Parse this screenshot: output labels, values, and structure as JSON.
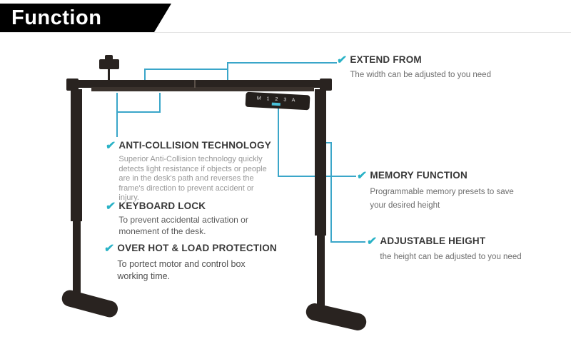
{
  "header": {
    "title": "Function"
  },
  "icons": {
    "check": "✔"
  },
  "colors": {
    "accent": "#29b2c6",
    "connector": "#3aa6c9",
    "frame": "#292320"
  },
  "callouts": [
    {
      "id": "extend-from",
      "title": "EXTEND FROM",
      "body": "The width can be adjusted to you need"
    },
    {
      "id": "anti-collision",
      "title": "ANTI-COLLISION TECHNOLOGY",
      "body": "Superior Anti-Collision technology quickly detects light resistance if objects or people are in the desk's path and reverses the frame's direction to prevent accident or injury."
    },
    {
      "id": "keyboard-lock",
      "title": "KEYBOARD LOCK",
      "body": "To prevent accidental activation or monement of the desk."
    },
    {
      "id": "over-hot-load-protection",
      "title": "OVER HOT & LOAD PROTECTION",
      "body": "To portect motor and control box working time."
    },
    {
      "id": "memory-function",
      "title": "MEMORY FUNCTION",
      "body": "Programmable memory presets to save your desired height"
    },
    {
      "id": "adjustable-height",
      "title": "ADJUSTABLE HEIGHT",
      "body": "the height can be adjusted to you need"
    }
  ],
  "keypad": {
    "labels": "M 1 2 3 A"
  }
}
